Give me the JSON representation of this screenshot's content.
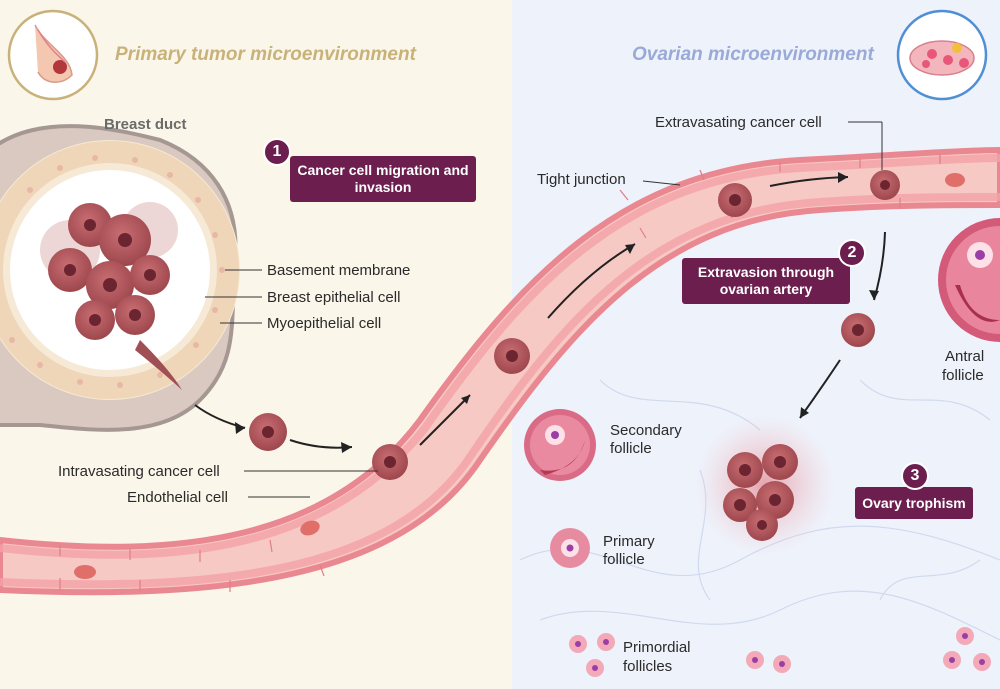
{
  "titles": {
    "left": "Primary tumor microenvironment",
    "right": "Ovarian microenvironment"
  },
  "labels": {
    "breast_duct": "Breast duct",
    "basement_membrane": "Basement membrane",
    "breast_epithelial_cell": "Breast epithelial cell",
    "myoepithelial_cell": "Myoepithelial cell",
    "intravasating_cancer_cell": "Intravasating cancer cell",
    "endothelial_cell": "Endothelial cell",
    "tight_junction": "Tight junction",
    "extravasating_cancer_cell": "Extravasating cancer cell",
    "antral_follicle_line1": "Antral",
    "antral_follicle_line2": "follicle",
    "secondary_follicle_line1": "Secondary",
    "secondary_follicle_line2": "follicle",
    "primary_follicle_line1": "Primary",
    "primary_follicle_line2": "follicle",
    "primordial_follicles_line1": "Primordial",
    "primordial_follicles_line2": "follicles"
  },
  "steps": [
    {
      "number": "1",
      "line1": "Cancer cell migration and",
      "line2": "invasion"
    },
    {
      "number": "2",
      "line1": "Extravasion through",
      "line2": "ovarian artery"
    },
    {
      "number": "3",
      "line1": "Ovary trophism",
      "line2": ""
    }
  ],
  "colors": {
    "step_box": "#6c1f4e",
    "vessel_wall": "#f08f97",
    "vessel_lumen": "#f7c9c4",
    "cancer_cell": "#b45a5f",
    "left_title": "#c9b27a",
    "right_title": "#9aaad8"
  },
  "icons": {
    "left_badge": "breast-anatomy-icon",
    "right_badge": "ovary-anatomy-icon"
  }
}
